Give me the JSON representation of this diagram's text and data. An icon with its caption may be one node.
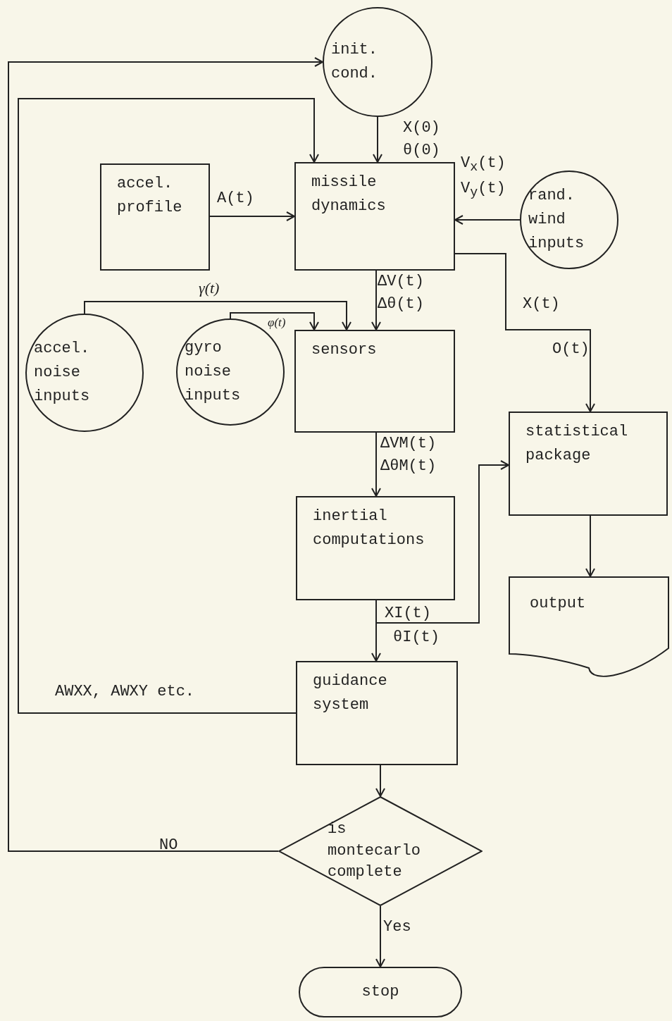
{
  "diagram": {
    "nodes": [
      {
        "text": [
          "init. cond."
        ]
      },
      {
        "text": [
          "accel. profile"
        ]
      },
      {
        "text": [
          "missile dynamics"
        ]
      },
      {
        "text": [
          "rand. wind inputs"
        ]
      },
      {
        "text": [
          "accel. noise inputs"
        ]
      },
      {
        "text": [
          "gyro noise inputs"
        ]
      },
      {
        "text": [
          "sensors"
        ]
      },
      {
        "text": [
          "statistical package"
        ]
      },
      {
        "text": [
          "output"
        ]
      },
      {
        "text": [
          "inertial computations"
        ]
      },
      {
        "text": [
          "guidance system"
        ]
      },
      {
        "text": [
          "is montecarlo complete"
        ]
      },
      {
        "text": [
          "stop"
        ]
      }
    ],
    "edges": [
      {
        "from": 0,
        "to": 2,
        "arrow": "to",
        "label": "X(0) θ(0)"
      },
      {
        "from": 1,
        "to": 2,
        "arrow": "to",
        "label": "A(t)"
      },
      {
        "from": 3,
        "to": 2,
        "arrow": "to",
        "label": "V$_{x}$(t) V$_{y}$(t)"
      },
      {
        "from": 2,
        "to": 6,
        "arrow": "to",
        "label": "ΔV(t) Δθ(t)"
      },
      {
        "from": 2,
        "to": 7,
        "arrow": "to",
        "label": "X(t)"
      },
      {
        "from": 4,
        "to": 6,
        "arrow": "to",
        "label": "γ(t)"
      },
      {
        "from": 5,
        "to": 6,
        "arrow": "to",
        "label": "φ(t)"
      },
      {
        "from": 6,
        "to": 9,
        "arrow": "to",
        "label": "ΔVM(t) ΔθM(t)"
      },
      {
        "from": 9,
        "to": 7,
        "arrow": "to",
        "label": "XI(t)"
      },
      {
        "from": 9,
        "to": 10,
        "arrow": "to",
        "label": "θI(t)"
      },
      {
        "from": 7,
        "to": 8,
        "arrow": "to"
      },
      {
        "from": 10,
        "to": 2,
        "arrow": "to",
        "label": "AWXX, AWXY  etc."
      },
      {
        "from": 10,
        "to": 11,
        "arrow": "to"
      },
      {
        "from": 11,
        "to": 0,
        "arrow": "to",
        "label": "NO"
      },
      {
        "from": 11,
        "to": 12,
        "arrow": "to",
        "label": "Yes"
      }
    ],
    "labels": [
      "O(t)"
    ]
  }
}
